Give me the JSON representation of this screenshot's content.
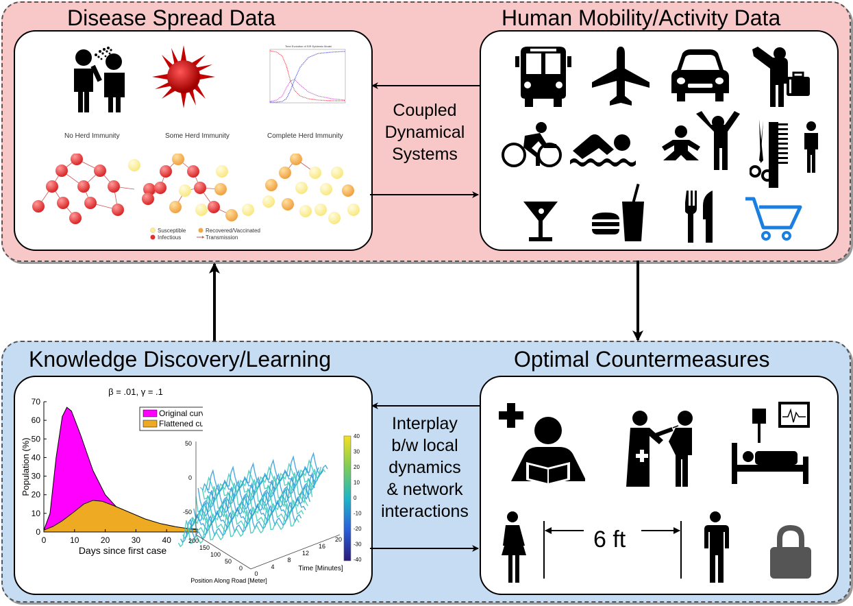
{
  "titles": {
    "disease": "Disease Spread Data",
    "mobility": "Human Mobility/Activity Data",
    "knowledge": "Knowledge Discovery/Learning",
    "countermeasures": "Optimal Countermeasures"
  },
  "coupled_label": [
    "Coupled",
    "Dynamical",
    "Systems"
  ],
  "interplay_label": [
    "Interplay",
    "b/w local",
    "dynamics",
    "& network",
    "interactions"
  ],
  "herd": {
    "labels": [
      "No Herd Immunity",
      "Some Herd Immunity",
      "Complete Herd Immunity"
    ],
    "legend": [
      "Susceptible",
      "Recovered/Vaccinated",
      "Infectious",
      "Transmission"
    ]
  },
  "sir_thumbnail": {
    "title": "Time Evolution of SIR Epidemic Model"
  },
  "distance_label": "6 ft",
  "icons": {
    "mobility": [
      "bus-icon",
      "airplane-icon",
      "car-icon",
      "traveler-icon",
      "cyclist-icon",
      "swimmer-icon",
      "exercise-icon",
      "barber-icon",
      "cocktail-icon",
      "fast-food-icon",
      "restaurant-icon",
      "shopping-cart-icon"
    ],
    "countermeasures": [
      "medical-reading-icon",
      "vaccination-icon",
      "hospital-bed-icon",
      "woman-icon",
      "man-icon",
      "lock-icon"
    ]
  },
  "colors": {
    "top_group": "#f8c8c8",
    "bottom_group": "#c6dcf2",
    "cart": "#1a7fe0",
    "original_curve": "#ff00ff",
    "flattened_curve": "#eeaa22"
  },
  "chart_data": [
    {
      "type": "area",
      "title": "β = .01, γ = .1",
      "xlabel": "Days since first case",
      "ylabel": "Population (%)",
      "xlim": [
        0,
        50
      ],
      "ylim": [
        0,
        70
      ],
      "xticks": [
        "0",
        "10",
        "20",
        "30",
        "40"
      ],
      "yticks": [
        "0",
        "10",
        "20",
        "30",
        "40",
        "50",
        "60",
        "70"
      ],
      "legend_position": "top-right",
      "series": [
        {
          "name": "Original curve",
          "x": [
            0,
            2,
            4,
            6,
            7.5,
            9,
            12,
            16,
            20,
            25,
            30,
            35,
            40,
            45,
            50
          ],
          "values": [
            1,
            10,
            40,
            62,
            67,
            65,
            52,
            33,
            20,
            11,
            7,
            4.5,
            3,
            2,
            1.5
          ]
        },
        {
          "name": "Flattened curve",
          "x": [
            0,
            3,
            6,
            10,
            13,
            16,
            19,
            23,
            28,
            33,
            38,
            43,
            48,
            50
          ],
          "values": [
            1,
            3,
            6,
            11,
            15,
            17,
            16.5,
            14,
            10.5,
            7,
            4.5,
            2.8,
            1.6,
            1.3
          ]
        }
      ]
    },
    {
      "type": "surface",
      "xlabel": "Time [Minutes]",
      "ylabel": "Position Along Road [Meter]",
      "zlim": [
        -50,
        50
      ],
      "zticks": [
        "50",
        "0",
        "-50"
      ],
      "time_ticks": [
        "0",
        "4",
        "8",
        "12",
        "16",
        "20"
      ],
      "position_ticks": [
        "200",
        "150",
        "100",
        "50",
        "0"
      ],
      "colorbar_ticks": [
        "40",
        "30",
        "20",
        "10",
        "0",
        "-10",
        "-20",
        "-30",
        "-40"
      ]
    }
  ]
}
